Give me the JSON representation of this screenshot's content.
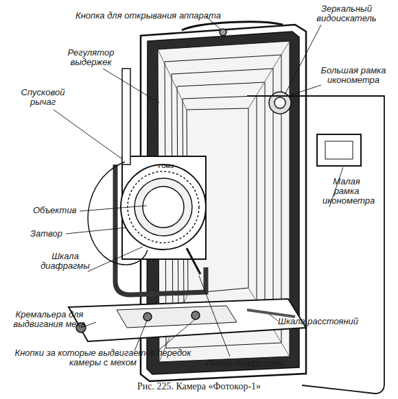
{
  "diagram": {
    "caption": "Рис. 225. Камера «Фотокор-1»",
    "labels": [
      "Кнопка для открывания аппарата",
      "Зеркальный видоискатель",
      "Регулятор выдержек",
      "Спусковой рычаг",
      "Большая рамка иконометра",
      "Объектив",
      "Затвор",
      "Малая рамка иконометра",
      "Шкала диафрагмы",
      "Кремальера для выдвигания меха",
      "Шкала расстояний",
      "Кнопки за которые выдвигается передок камеры с мехом",
      "Рычаг диафрагмы",
      "ГОМЗ"
    ]
  }
}
